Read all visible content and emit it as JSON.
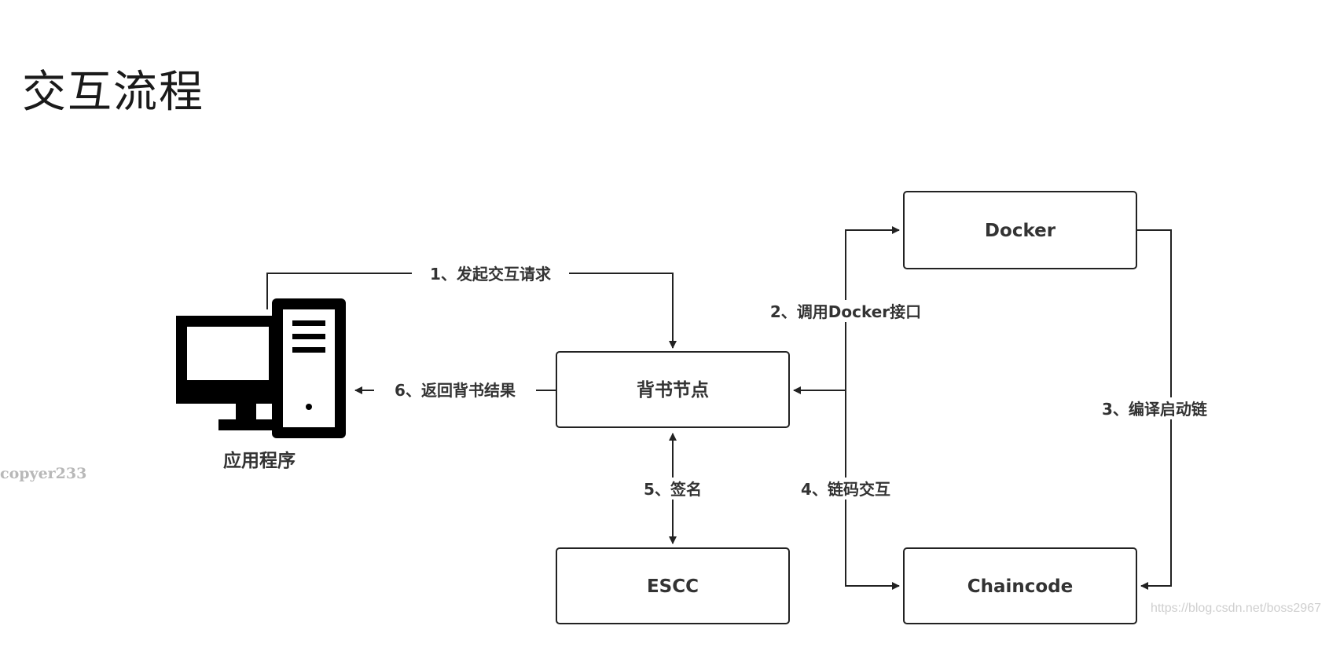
{
  "title": "交互流程",
  "nodes": {
    "app": "应用程序",
    "endorser": "背书节点",
    "escc": "ESCC",
    "docker": "Docker",
    "chaincode": "Chaincode"
  },
  "edges": {
    "e1": "1、发起交互请求",
    "e2": "2、调用Docker接口",
    "e3": "3、编译启动链",
    "e4": "4、链码交互",
    "e5": "5、签名",
    "e6": "6、返回背书结果"
  },
  "watermarks": {
    "author": "copyer233",
    "url": "https://blog.csdn.net/boss2967"
  },
  "colors": {
    "line": "#222222",
    "text": "#333333"
  }
}
